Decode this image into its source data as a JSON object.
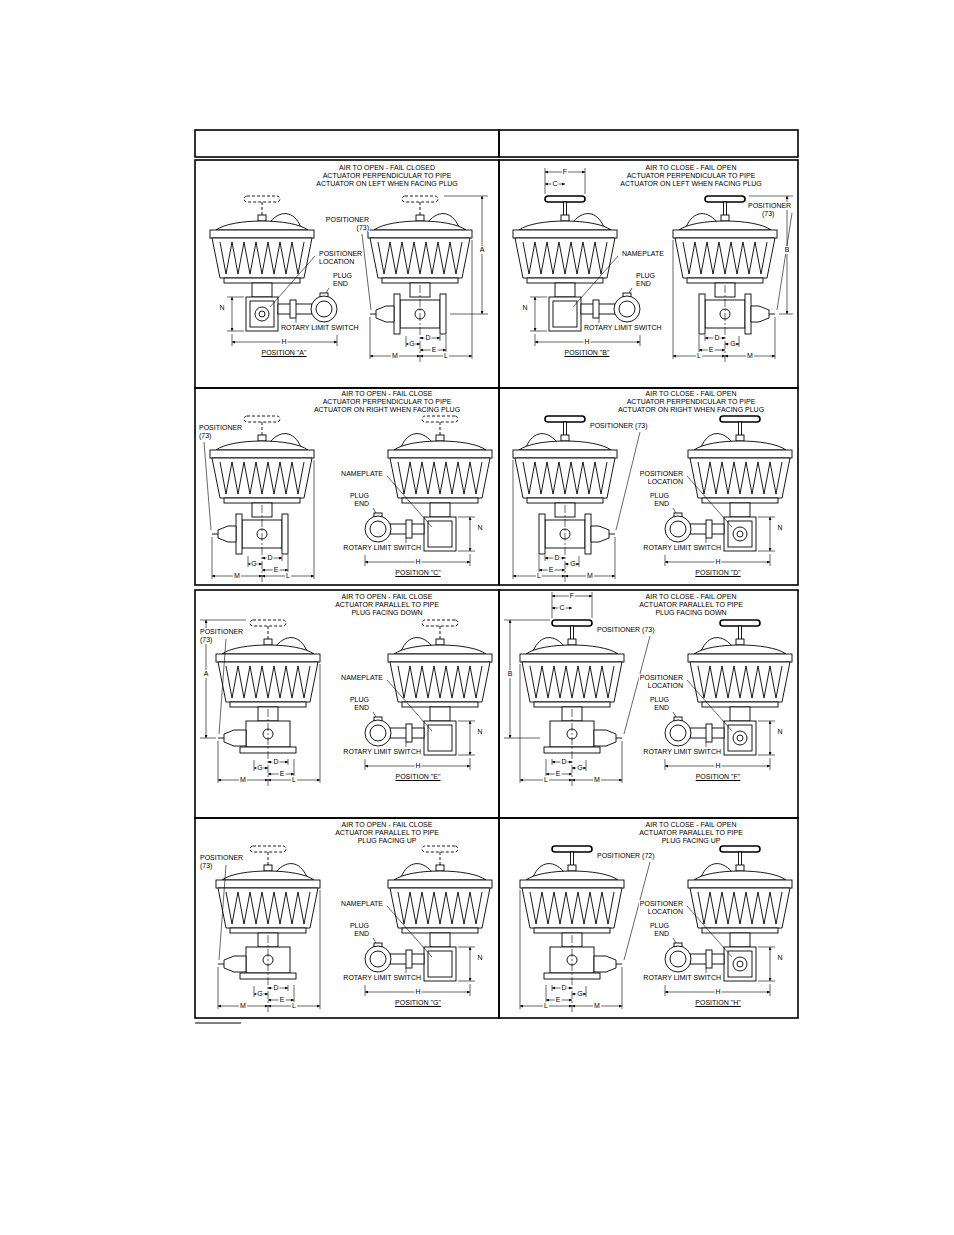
{
  "diagram": {
    "labels": [
      "AIR TO OPEN - FAIL CLOSED",
      "ACTUATOR PERPENDICULAR TO PIPE",
      "ACTUATOR ON LEFT WHEN FACING PLUG",
      "POSITIONER",
      "(73)",
      "POSITIONER",
      "LOCATION",
      "PLUG",
      "END",
      "N",
      "ROTARY LIMIT SWITCH",
      "H",
      "POSITION \"A\"",
      "A",
      "D",
      "G",
      "E",
      "M",
      "L",
      "AIR TO CLOSE - FAIL OPEN",
      "ACTUATOR PERPENDICULAR TO PIPE",
      "ACTUATOR ON LEFT WHEN FACING PLUG",
      "F",
      "C",
      "POSITIONER",
      "(73)",
      "B",
      "NAMEPLATE",
      "PLUG",
      "END",
      "N",
      "ROTARY LIMIT SWITCH",
      "H",
      "D",
      "G",
      "E",
      "L",
      "M",
      "POSITION \"B\"",
      "AIR TO OPEN - FAIL CLOSE",
      "ACTUATOR PERPENDICULAR TO PIPE",
      "ACTUATOR ON RIGHT WHEN FACING PLUG",
      "POSITIONER",
      "(73)",
      "NAMEPLATE",
      "PLUG",
      "END",
      "N",
      "ROTARY LIMIT SWITCH",
      "H",
      "D",
      "G",
      "E",
      "M",
      "L",
      "POSITION \"C\"",
      "AIR TO CLOSE - FAIL OPEN",
      "ACTUATOR PERPENDICULAR TO PIPE",
      "ACTUATOR ON RIGHT WHEN FACING PLUG",
      "POSITIONER (73)",
      "POSITIONER",
      "LOCATION",
      "PLUG",
      "END",
      "N",
      "ROTARY LIMIT SWITCH",
      "H",
      "D",
      "G",
      "E",
      "L",
      "M",
      "POSITION \"D\"",
      "AIR TO OPEN - FAIL CLOSE",
      "ACTUATOR PARALLEL TO PIPE",
      "PLUG FACING DOWN",
      "POSITIONER",
      "(73)",
      "A",
      "NAMEPLATE",
      "E",
      "G",
      "D",
      "PLUG",
      "END",
      "ROTARY LIMIT SWITCH",
      "N",
      "H",
      "M",
      "L",
      "POSITION \"E\"",
      "AIR TO CLOSE - FAIL OPEN",
      "ACTUATOR PARALLEL TO PIPE",
      "PLUG FACING DOWN",
      "F",
      "C",
      "POSITIONER (73)",
      "B",
      "POSITIONER",
      "LOCATION",
      "E",
      "G",
      "D",
      "PLUG",
      "END",
      "ROTARY LIMIT SWITCH",
      "N",
      "H",
      "L",
      "M",
      "POSITION \"F\"",
      "AIR TO OPEN - FAIL CLOSE",
      "ACTUATOR PARALLEL TO PIPE",
      "PLUG FACING UP",
      "POSITIONER",
      "(73)",
      "NAMEPLATE",
      "PLUG",
      "END",
      "G",
      "E",
      "D",
      "ROTARY LIMIT SWITCH",
      "N",
      "H",
      "M",
      "L",
      "POSITION \"G\"",
      "AIR TO CLOSE - FAIL OPEN",
      "ACTUATOR PARALLEL TO PIPE",
      "PLUG FACING UP",
      "POSITIONER (72)",
      "G",
      "POSITIONER",
      "LOCATION",
      "PLUG",
      "END",
      "E",
      "D",
      "ROTARY LIMIT SWITCH",
      "N",
      "H",
      "L",
      "M",
      "POSITION \"H\""
    ]
  }
}
